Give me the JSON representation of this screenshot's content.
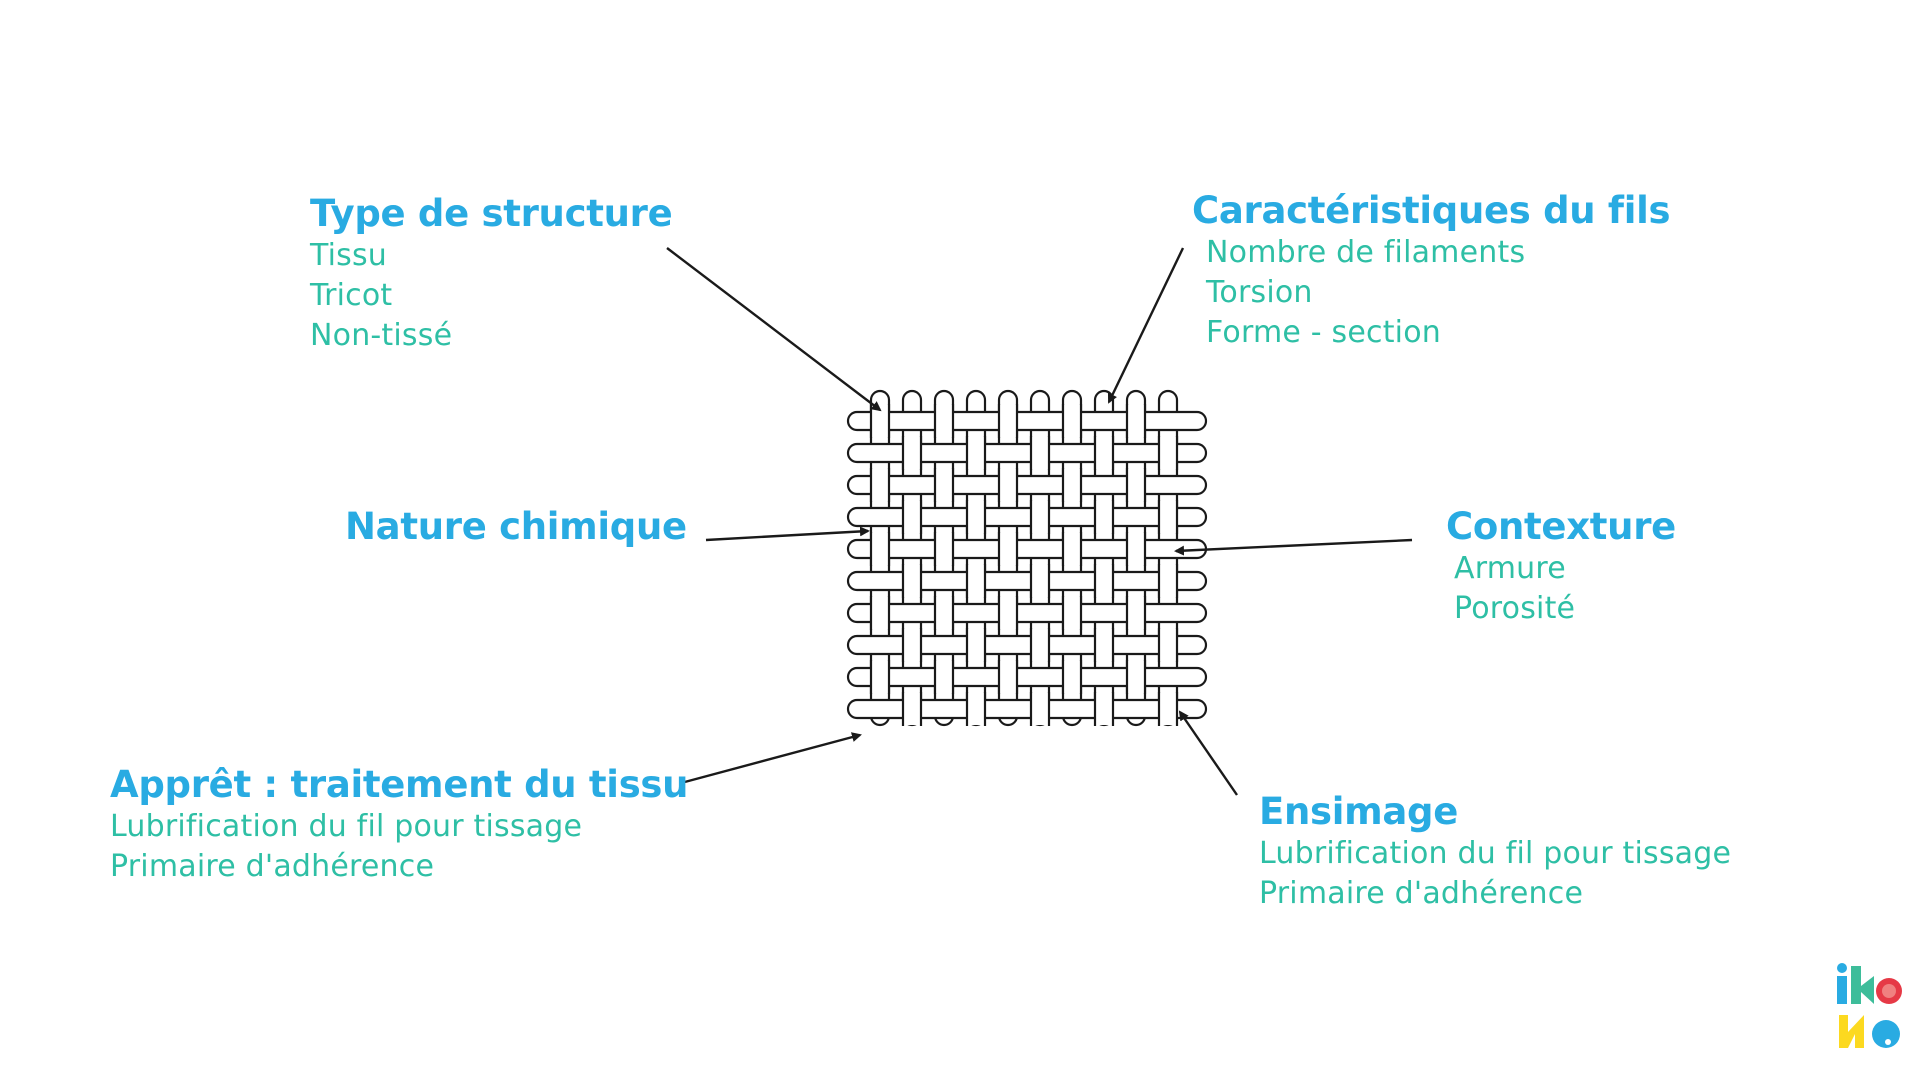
{
  "diagram": {
    "center_image": "woven-fabric-plain-weave",
    "weave": {
      "warp_count": 10,
      "weft_count": 10
    }
  },
  "labels": {
    "type_structure": {
      "title": "Type de structure",
      "items": [
        "Tissu",
        "Tricot",
        "Non-tissé"
      ]
    },
    "caracteristiques": {
      "title": "Caractéristiques du fils",
      "items": [
        "Nombre de filaments",
        "Torsion",
        "Forme - section"
      ]
    },
    "nature_chimique": {
      "title": "Nature chimique"
    },
    "contexture": {
      "title": "Contexture",
      "items": [
        "Armure",
        "Porosité"
      ]
    },
    "appret": {
      "title": "Apprêt : traitement du tissu",
      "items": [
        "Lubrification du fil pour tissage",
        "Primaire d'adhérence"
      ]
    },
    "ensimage": {
      "title": "Ensimage",
      "items": [
        "Lubrification du fil pour tissage",
        "Primaire d'adhérence"
      ]
    }
  },
  "colors": {
    "title": "#29abe2",
    "item": "#2ebfa5",
    "line": "#1a1a1a"
  },
  "logo": {
    "name": "ikone-logo",
    "letters": [
      "i",
      "k",
      "o",
      "n",
      "e"
    ]
  }
}
